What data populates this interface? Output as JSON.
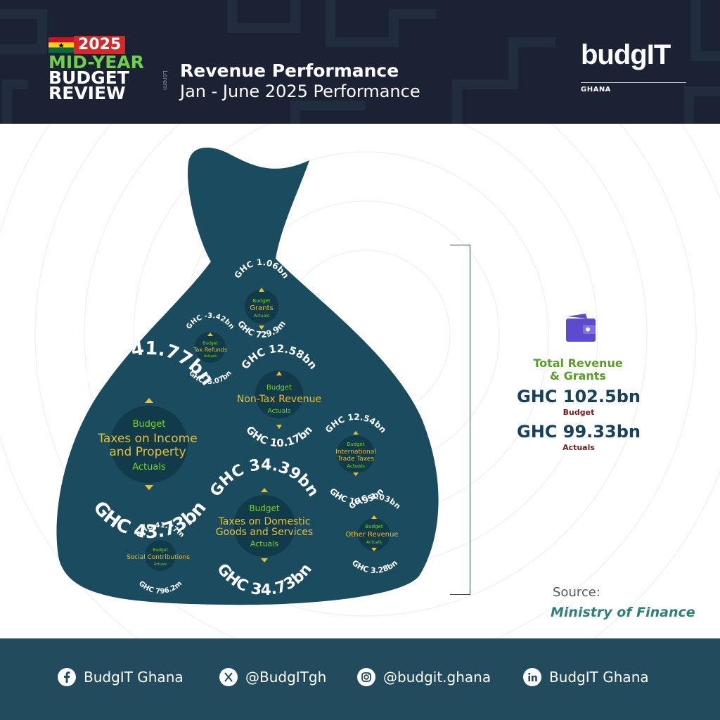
{
  "header": {
    "year": "2025",
    "badge_line1": "MID-YEAR",
    "badge_line2": "BUDGET",
    "badge_line3": "REVIEW",
    "lorem": "Lorem",
    "title": "Revenue Performance",
    "subtitle": "Jan - June 2025 Performance",
    "logo_text": "budgIT",
    "logo_country": "GHANA"
  },
  "items": [
    {
      "id": "grants",
      "name": "Grants",
      "budget_value": "GHC 1.06bn",
      "actual_value": "GHC 729.9m",
      "budget_label": "Budget",
      "actual_label": "Actuals"
    },
    {
      "id": "tax-refunds",
      "name": "Tax Refunds",
      "budget_value": "GHC -3.42bn",
      "actual_value": "GHC -5.07bn",
      "budget_label": "Budget",
      "actual_label": "Actuals"
    },
    {
      "id": "non-tax-revenue",
      "name": "Non-Tax Revenue",
      "budget_value": "GHC 12.58bn",
      "actual_value": "GHC 10.17bn",
      "budget_label": "Budget",
      "actual_label": "Actuals"
    },
    {
      "id": "taxes-income-property",
      "name_line1": "Taxes on Income",
      "name_line2": "and Property",
      "budget_value": "GHC 41.77bn",
      "actual_value": "GHC 43.73bn",
      "budget_label": "Budget",
      "actual_label": "Actuals"
    },
    {
      "id": "international-trade-taxes",
      "name_line1": "International",
      "name_line2": "Trade Taxes",
      "budget_value": "GHC 12.54bn",
      "actual_value": "GHC 10.95bn",
      "budget_label": "Budget",
      "actual_label": "Actuals"
    },
    {
      "id": "taxes-domestic-goods",
      "name_line1": "Taxes on Domestic",
      "name_line2": "Goods and Services",
      "budget_value": "GHC 34.39bn",
      "actual_value": "GHC 34.73bn",
      "budget_label": "Budget",
      "actual_label": "Actuals"
    },
    {
      "id": "other-revenue",
      "name": "Other Revenue",
      "budget_value": "GHC 3.03bn",
      "actual_value": "GHC 3.28bn",
      "budget_label": "Budget",
      "actual_label": "Actuals"
    },
    {
      "id": "social-contributions",
      "name": "Social Contributions",
      "budget_value": "GHC 41.77m",
      "actual_value": "GHC 796.2m",
      "budget_label": "Budget",
      "actual_label": "Actuals"
    }
  ],
  "total": {
    "label_line1": "Total Revenue",
    "label_line2": "& Grants",
    "budget": "GHC 102.5bn",
    "budget_label": "Budget",
    "actual": "GHC 99.33bn",
    "actual_label": "Actuals"
  },
  "source": {
    "label": "Source:",
    "value": "Ministry of Finance"
  },
  "footer": {
    "facebook": "BudgIT Ghana",
    "x": "@BudgITgh",
    "instagram": "@budgit.ghana",
    "linkedin": "BudgIT Ghana"
  },
  "colors": {
    "header_bg": "#1a2233",
    "bag": "#1a4b5e",
    "circle": "#113a4a",
    "budget_green": "#7ed321",
    "label_gold": "#e8c033",
    "footer_bg": "#224b5e"
  }
}
